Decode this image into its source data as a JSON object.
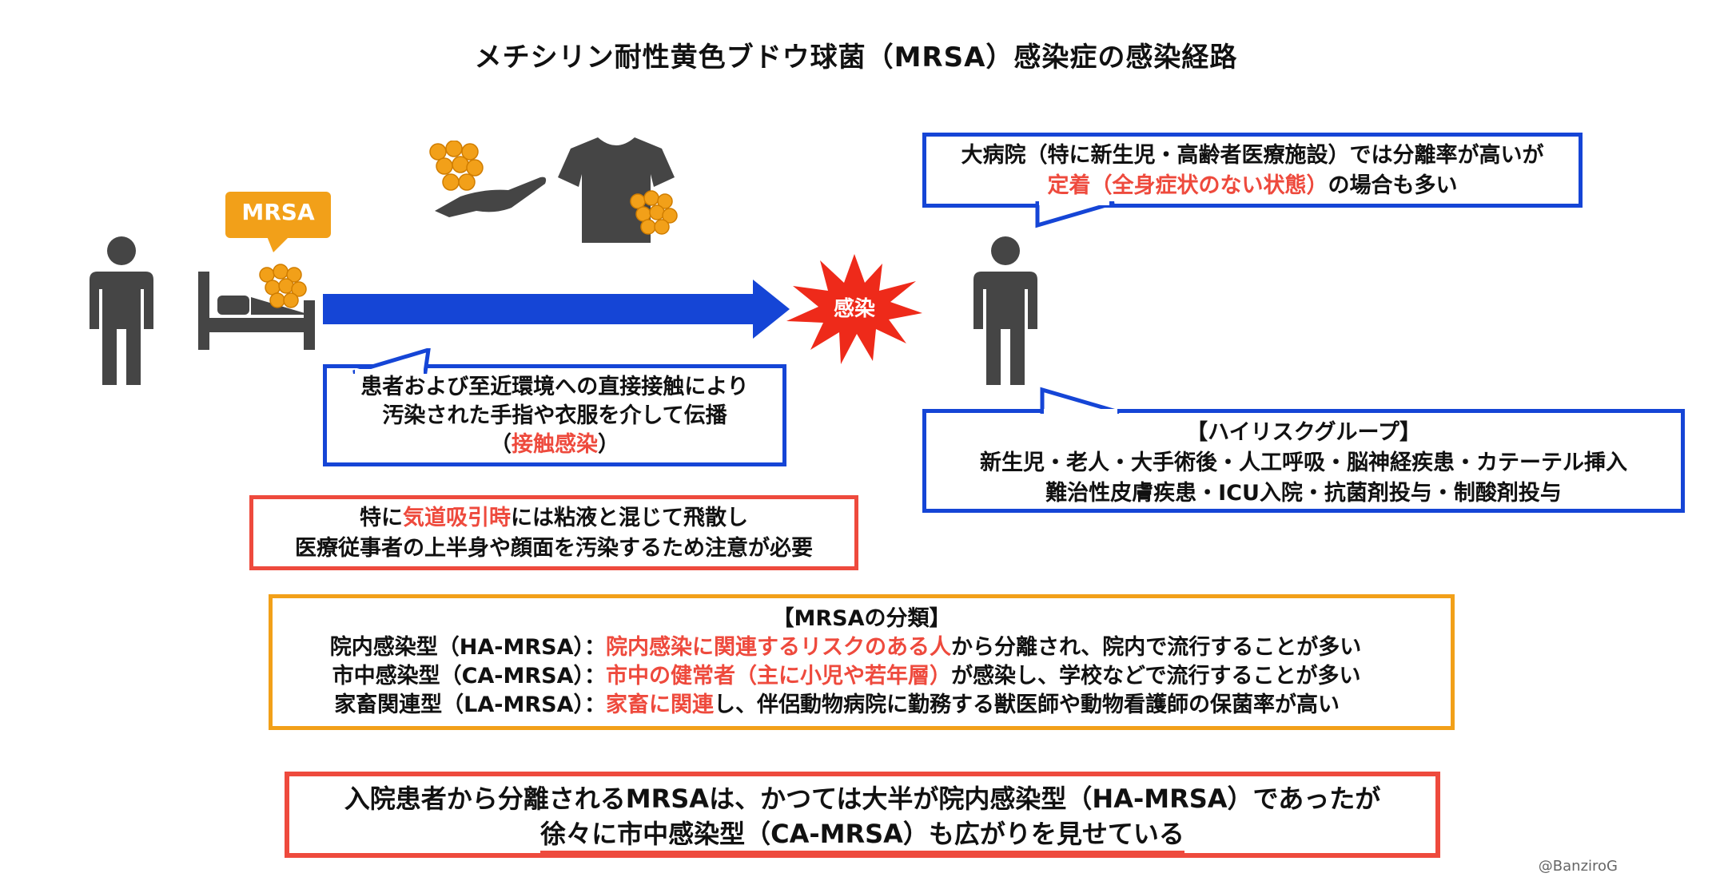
{
  "title": "メチシリン耐性黄色ブドウ球菌（MRSA）感染症の感染経路",
  "bubble_mrsa": "MRSA",
  "burst_label": "感染",
  "contact_box": {
    "line1": "患者および至近環境への直接接触により",
    "line2": "汚染された手指や衣服を介して伝播",
    "line3_open": "（",
    "line3_highlight": "接触感染",
    "line3_close": "）"
  },
  "suction_box": {
    "line1_prefix": "特に",
    "line1_highlight": "気道吸引時",
    "line1_suffix": "には粘液と混じて飛散し",
    "line2": "医療従事者の上半身や顔面を汚染するため注意が必要"
  },
  "hospital_box": {
    "line1": "大病院（特に新生児・高齢者医療施設）では分離率が高いが",
    "line2_highlight": "定着（全身症状のない状態）",
    "line2_suffix": "の場合も多い"
  },
  "risk_box": {
    "heading": "【ハイリスクグループ】",
    "line1": "新生児・老人・大手術後・人工呼吸・脳神経疾患・カテーテル挿入",
    "line2": "難治性皮膚疾患・ICU入院・抗菌剤投与・制酸剤投与"
  },
  "classification": {
    "heading": "【MRSAの分類】",
    "rows": [
      {
        "type": "院内感染型（HA-MRSA）：",
        "highlight": "院内感染に関連するリスクのある人",
        "rest": "から分離され、院内で流行することが多い"
      },
      {
        "type": "市中感染型（CA-MRSA）：",
        "highlight": "市中の健常者（主に小児や若年層）",
        "rest": "が感染し、学校などで流行することが多い"
      },
      {
        "type": "家畜関連型（LA-MRSA）：",
        "highlight": "家畜に関連",
        "rest": "し、伴侶動物病院に勤務する獣医師や動物看護師の保菌率が高い"
      }
    ]
  },
  "summary_box": {
    "line1": "入院患者から分離されるMRSAは、かつては大半が院内感染型（HA-MRSA）であったが",
    "line2": "徐々に市中感染型（CA-MRSA）も広がりを見せている"
  },
  "credit": "@BanziroG",
  "colors": {
    "blue": "#1545d6",
    "red": "#ee4a3d",
    "orange": "#f2a019",
    "icon_gray": "#454545",
    "bacteria": "#f2a019"
  },
  "icons": [
    "person-icon",
    "bed-icon",
    "hand-icon",
    "shirt-icon",
    "bacteria-icon",
    "infection-burst-icon"
  ]
}
